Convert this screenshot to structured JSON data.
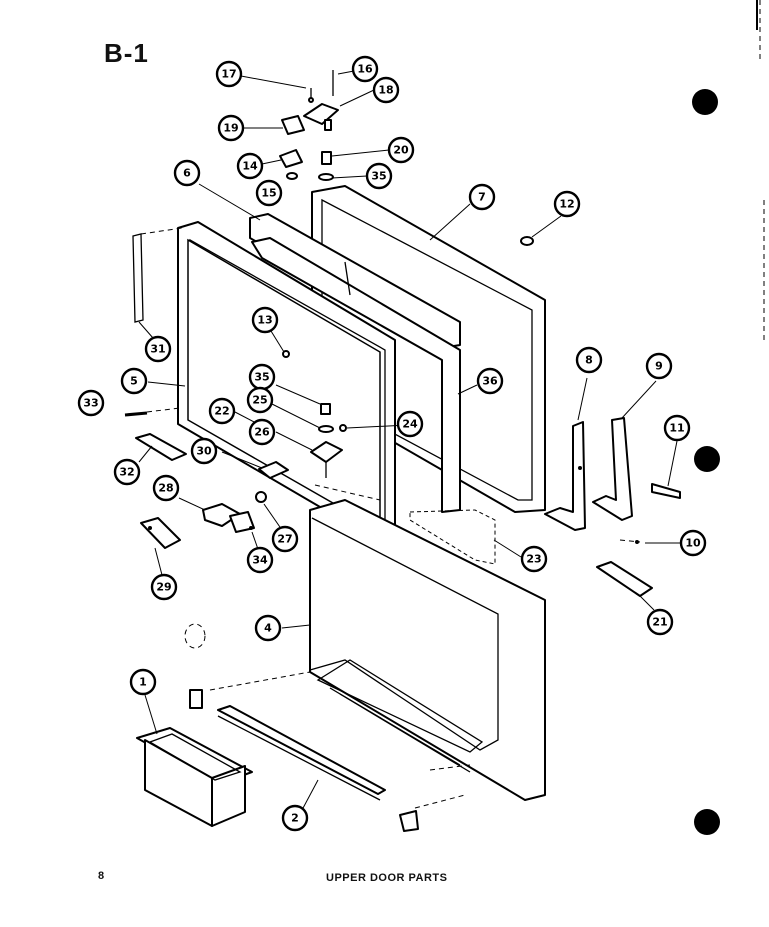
{
  "page": {
    "label": "B-1",
    "number": "8",
    "caption": "UPPER DOOR PARTS"
  },
  "callouts": [
    {
      "id": "c17",
      "text": "17"
    },
    {
      "id": "c16a",
      "text": "16"
    },
    {
      "id": "c18",
      "text": "18"
    },
    {
      "id": "c19",
      "text": "19"
    },
    {
      "id": "c20",
      "text": "20"
    },
    {
      "id": "c14",
      "text": "14"
    },
    {
      "id": "c35a",
      "text": "35"
    },
    {
      "id": "c15",
      "text": "15"
    },
    {
      "id": "c6",
      "text": "6"
    },
    {
      "id": "c7",
      "text": "7"
    },
    {
      "id": "c12",
      "text": "12"
    },
    {
      "id": "c31",
      "text": "31"
    },
    {
      "id": "c13",
      "text": "13"
    },
    {
      "id": "c5",
      "text": "5"
    },
    {
      "id": "c35b",
      "text": "35"
    },
    {
      "id": "c36",
      "text": "36"
    },
    {
      "id": "c33",
      "text": "33"
    },
    {
      "id": "c25",
      "text": "25"
    },
    {
      "id": "c22",
      "text": "22"
    },
    {
      "id": "c24",
      "text": "24"
    },
    {
      "id": "c26",
      "text": "26"
    },
    {
      "id": "c32",
      "text": "32"
    },
    {
      "id": "c30",
      "text": "30"
    },
    {
      "id": "c8",
      "text": "8"
    },
    {
      "id": "c9",
      "text": "9"
    },
    {
      "id": "c11",
      "text": "11"
    },
    {
      "id": "c28",
      "text": "28"
    },
    {
      "id": "c27",
      "text": "27"
    },
    {
      "id": "c34",
      "text": "34"
    },
    {
      "id": "c29",
      "text": "29"
    },
    {
      "id": "c10",
      "text": "10"
    },
    {
      "id": "c23",
      "text": "23"
    },
    {
      "id": "c4",
      "text": "4"
    },
    {
      "id": "c21",
      "text": "21"
    },
    {
      "id": "c1",
      "text": "1"
    },
    {
      "id": "c2",
      "text": "2"
    }
  ]
}
